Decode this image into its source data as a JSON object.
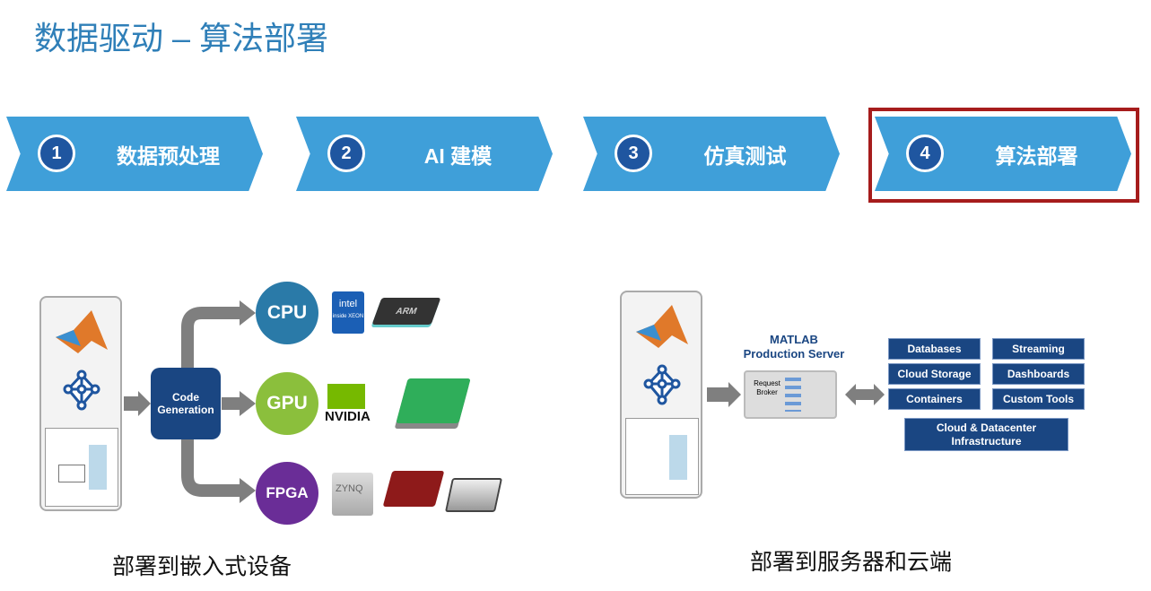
{
  "title": "数据驱动 – 算法部署",
  "steps": [
    {
      "num": "1",
      "label": "数据预处理"
    },
    {
      "num": "2",
      "label": "AI 建模"
    },
    {
      "num": "3",
      "label": "仿真测试"
    },
    {
      "num": "4",
      "label": "算法部署"
    }
  ],
  "highlighted_step": "4",
  "left": {
    "code_gen": "Code Generation",
    "targets": [
      "CPU",
      "GPU",
      "FPGA"
    ],
    "logos": {
      "intel": "intel",
      "intel_sub": "inside XEON",
      "arm": "ARM",
      "nvidia": "NVIDIA",
      "zynq": "ZYNQ"
    },
    "caption": "部署到嵌入式设备"
  },
  "right": {
    "server_title": "MATLAB",
    "server_sub": "Production Server",
    "broker": "Request Broker",
    "services": [
      "Databases",
      "Streaming",
      "Cloud Storage",
      "Dashboards",
      "Containers",
      "Custom Tools"
    ],
    "infra": "Cloud & Datacenter Infrastructure",
    "caption": "部署到服务器和云端"
  },
  "colors": {
    "title": "#2f7fb8",
    "chevron": "#3f9fd9",
    "highlight": "#a61c1c",
    "cpu": "#2a7aa8",
    "gpu": "#8bbf3c",
    "fpga": "#6a2d97",
    "navy": "#1a4682"
  }
}
